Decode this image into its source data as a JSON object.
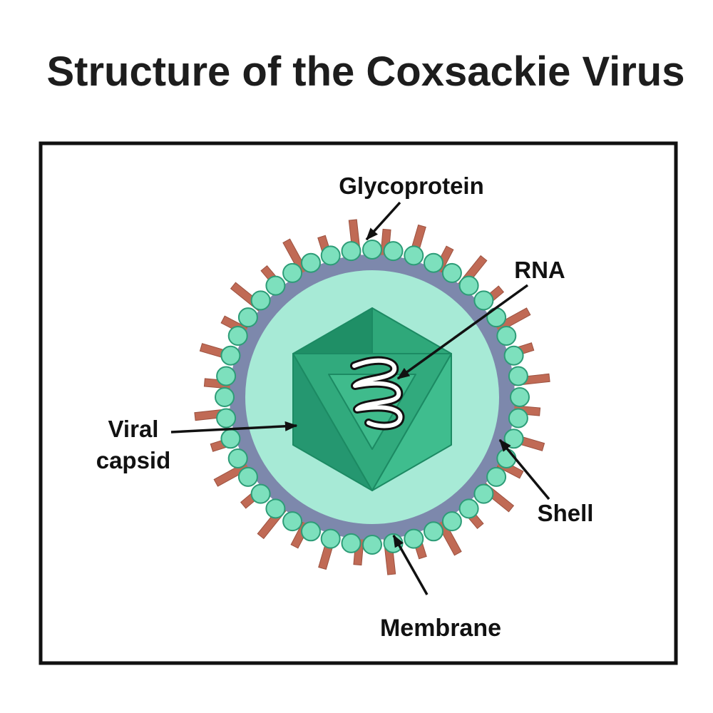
{
  "title": "Structure of the Coxsackie Virus",
  "diagram": {
    "labels": {
      "glycoprotein": "Glycoprotein",
      "rna": "RNA",
      "viral_capsid_line1": "Viral",
      "viral_capsid_line2": "capsid",
      "shell": "Shell",
      "membrane": "Membrane"
    },
    "colors": {
      "title_text": "#1d1d1d",
      "frame": "#111111",
      "arrow": "#111111",
      "label_text": "#111111",
      "spike_fill": "#c06a55",
      "spike_stroke": "#9c5240",
      "bead_fill": "#7de0bd",
      "bead_stroke": "#2d9c77",
      "membrane_ring": "#7d88ac",
      "interior": "#a7ead6",
      "capsid_dark": "#1f8f66",
      "capsid_mid": "#2fa87a",
      "capsid_mid_dark": "#259770",
      "capsid_light": "#3fbd8e",
      "capsid_base": "#31aa7d",
      "capsid_inner": "#3fbb8c",
      "capsid_edge": "#1c8a63",
      "rna_outline": "#111111",
      "rna_fill": "#ffffff"
    },
    "spike_count": 32,
    "bead_count": 44
  }
}
